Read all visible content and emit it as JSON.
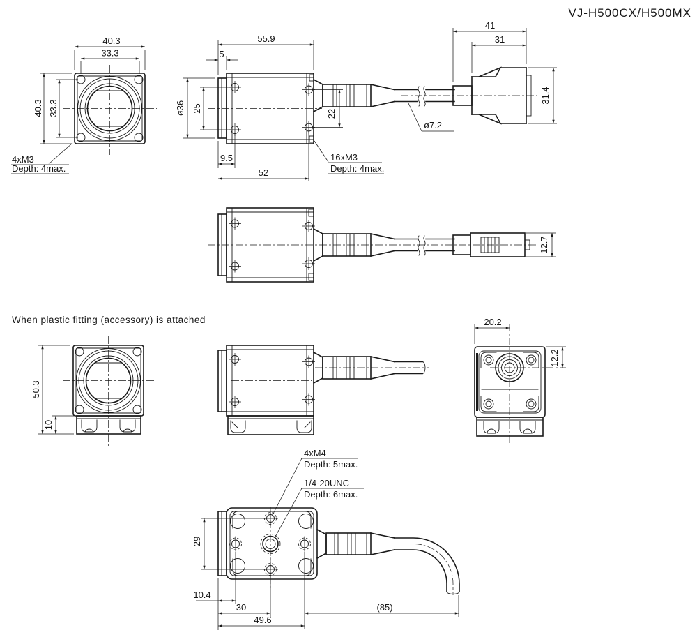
{
  "drawing": {
    "title": "VJ-H500CX/H500MX",
    "accessory_note": "When plastic fitting (accessory) is attached"
  },
  "front_view": {
    "width_outer": "40.3",
    "hole_spacing_h": "33.3",
    "height_outer": "40.3",
    "hole_spacing_v": "33.3",
    "screw_note_1": "4xM3",
    "screw_note_2": "Depth: 4max."
  },
  "side_view": {
    "total_length": "55.9",
    "flange_length": "5",
    "flange_dia": "ø36",
    "front_hole_spacing": "25",
    "rear_hole_spacing": "22",
    "flange_to_hole": "9.5",
    "body_length": "52",
    "side_note_1": "16xM3",
    "side_note_2": "Depth: 4max.",
    "cable_dia": "ø7.2"
  },
  "connector_view": {
    "total_length": "41",
    "body_length": "31",
    "height": "31.4",
    "top_height": "12.7"
  },
  "fitting_front_view": {
    "total_height": "50.3",
    "base_height": "10"
  },
  "fitting_rear_view": {
    "connector_offset_h": "20.2",
    "connector_offset_v": "12.2"
  },
  "bottom_view": {
    "hole_spacing_v": "29",
    "edge_to_hole": "10.4",
    "edge_to_center": "30",
    "hole_span": "49.6",
    "cable_length_ref": "(85)",
    "m4_note_1": "4xM4",
    "m4_note_2": "Depth: 5max.",
    "tripod_note_1": "1/4-20UNC",
    "tripod_note_2": "Depth: 6max."
  }
}
